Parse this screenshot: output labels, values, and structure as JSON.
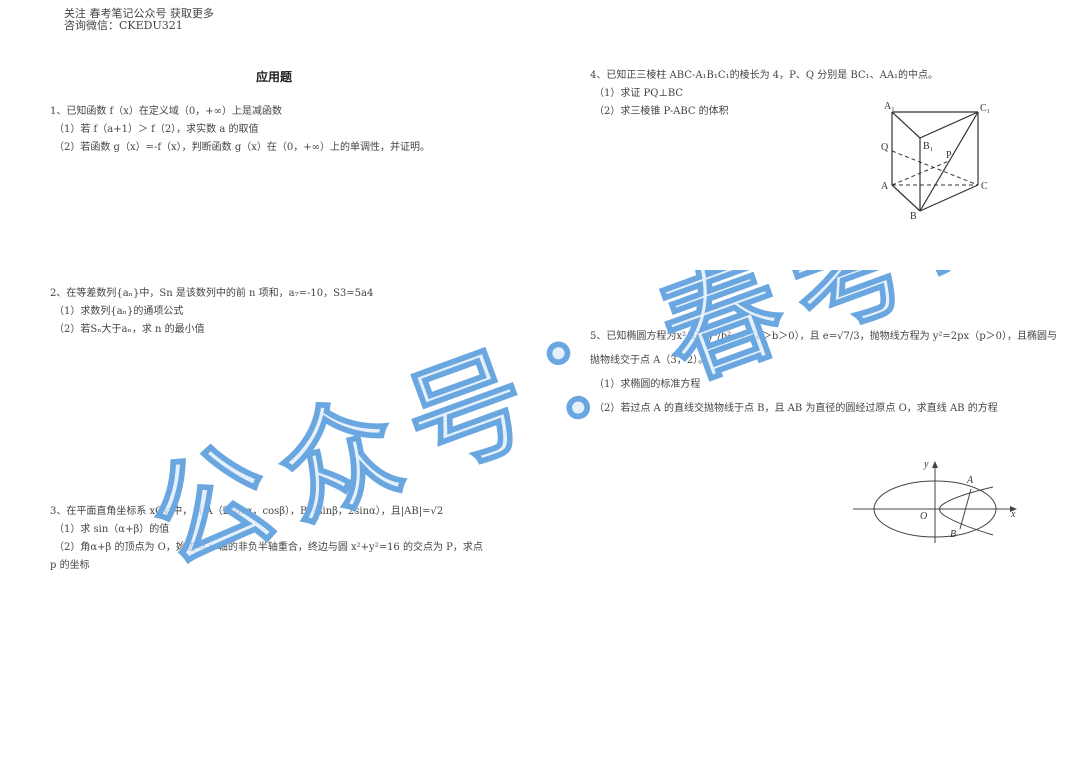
{
  "header": {
    "line1": "关注 春考笔记公众号 获取更多",
    "line2": "咨询微信：CKEDU321"
  },
  "section_title": "应用题",
  "questions": [
    {
      "id": 1,
      "stem": "1、已知函数 f（x）在定义域（0，+∞）上是减函数",
      "parts": [
        "（1）若 f（a+1）＞ f（2），求实数 a 的取值",
        "（2）若函数 g（x）=-f（x），判断函数 g（x）在（0，+∞）上的单调性，并证明。"
      ]
    },
    {
      "id": 2,
      "stem": "2、在等差数列{aₙ}中，Sn 是该数列中的前 n 项和，a₇=-10，S3=5a4",
      "parts": [
        "（1）求数列{aₙ}的通项公式",
        "（2）若Sₙ大于aₙ，求 n 的最小值"
      ]
    },
    {
      "id": 3,
      "stem": "3、在平面直角坐标系 xOy 中，点 A（2cosα，cosβ），B（sinβ，2sinα），且|AB|=√2",
      "parts": [
        "（1）求 sin（α+β）的值",
        "（2）角α+β 的顶点为 O，始边与 x 轴的非负半轴重合，终边与圆 x²+y²=16 的交点为 P，求点",
        "p 的坐标"
      ]
    },
    {
      "id": 4,
      "stem": "4、已知正三棱柱 ABC-A₁B₁C₁的棱长为 4，P、Q 分别是 BC₁、AA₁的中点。",
      "parts": [
        "（1）求证 PQ⊥BC",
        "（2）求三棱锥 P-ABC 的体积"
      ]
    },
    {
      "id": 5,
      "stem": "5、已知椭圆方程为x²/a²+y²/b²=1（a＞b＞0），且 e=√7/3，抛物线方程为 y²=2px（p＞0），且椭圆与",
      "stem2": "抛物线交于点 A（3，2）。",
      "parts": [
        "（1）求椭圆的标准方程",
        "（2）若过点 A 的直线交抛物线于点 B，且 AB 为直径的圆经过原点 O，求直线 AB 的方程"
      ]
    }
  ],
  "figures": {
    "prism_labels": {
      "A1": "A₁",
      "C1": "C₁",
      "B1": "B₁",
      "Q": "Q",
      "P": "P",
      "A": "A",
      "C": "C",
      "B": "B"
    },
    "conic_labels": {
      "y": "y",
      "x": "x",
      "O": "O",
      "A": "A",
      "B": "B"
    }
  },
  "watermark": {
    "text": "公众号：春考笔记",
    "color": "#a8cdf0"
  }
}
